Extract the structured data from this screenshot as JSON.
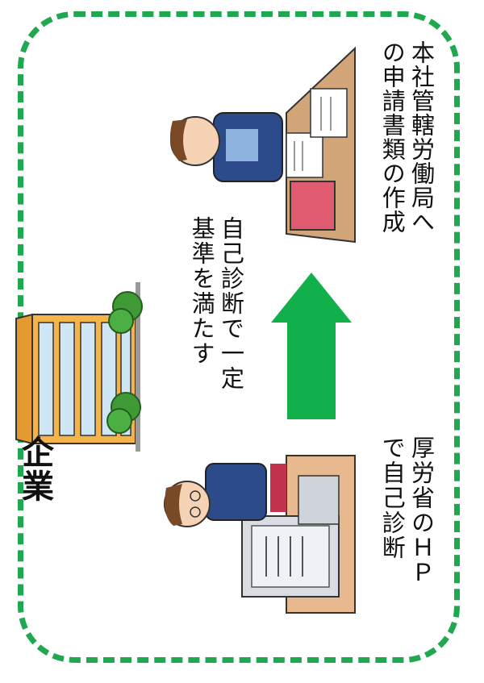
{
  "title": "企業",
  "steps": {
    "self_check": [
      "厚労省のＨＰ",
      "で自己診断"
    ],
    "criteria": [
      "自己診断で一定",
      "基準を満たす"
    ],
    "application": [
      "本社管轄労働局へ",
      "の申請書類の作成"
    ]
  },
  "colors": {
    "frame": "#1fa84f",
    "arrow": "#12b04a",
    "building": "#f5b44a"
  }
}
